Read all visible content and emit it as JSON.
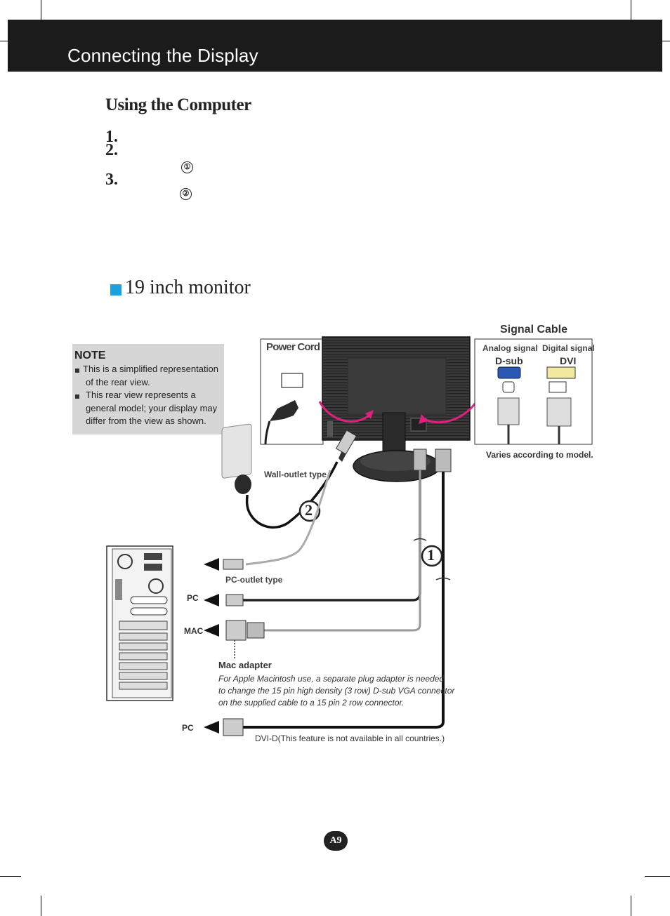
{
  "header": {
    "title": "Connecting the Display"
  },
  "section": {
    "title": "Using the Computer"
  },
  "steps": [
    {
      "number": "1."
    },
    {
      "number": "2.",
      "marker": "①"
    },
    {
      "number": "3.",
      "marker": "②"
    }
  ],
  "monitor_heading": "19 inch monitor",
  "note": {
    "title": "NOTE",
    "lines": [
      "This is a simplified representation",
      "of the rear view.",
      "This rear view represents a",
      "general model; your display may",
      "differ from the view as shown."
    ]
  },
  "diagram": {
    "power_cord": "Power Cord",
    "signal_cable": "Signal Cable",
    "analog_signal": "Analog signal",
    "digital_signal": "Digital signal",
    "dsub": "D-sub",
    "dvi": "DVI",
    "varies": "Varies according to model.",
    "wall_outlet": "Wall-outlet type",
    "pc_outlet": "PC-outlet type",
    "pc1": "PC",
    "mac": "MAC",
    "pc2": "PC",
    "mac_adapter": "Mac adapter",
    "mac_desc": [
      "For Apple Macintosh use, a  separate plug adapter is needed",
      "to change the 15 pin high density (3 row) D-sub VGA connector",
      "on the supplied cable to a 15 pin  2 row connector."
    ],
    "dvi_note": "DVI-D(This feature is not available in all countries.)",
    "callout1": "1",
    "callout2": "2"
  },
  "page_number": "A9"
}
